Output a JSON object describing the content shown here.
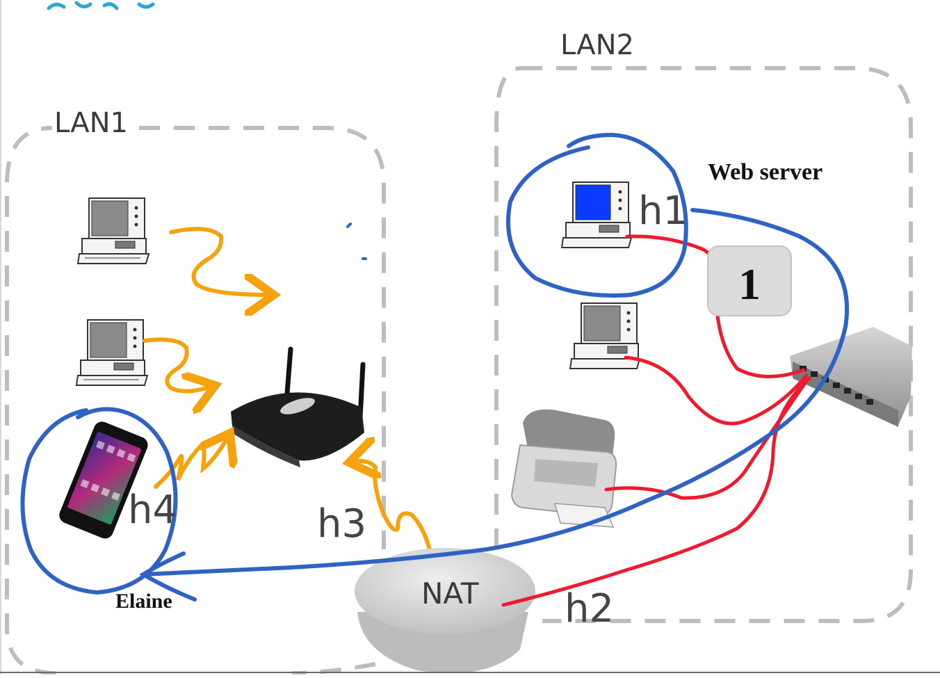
{
  "labels": {
    "lan1": "LAN1",
    "lan2": "LAN2",
    "web_server": "Web server",
    "h1": "h1",
    "h2": "h2",
    "h3": "h3",
    "h4": "h4",
    "nat": "NAT",
    "elaine": "Elaine",
    "badge": "1"
  },
  "colors": {
    "dashed_border": "#bdbdbd",
    "blue_ink": "#2e63c4",
    "red_ink": "#ee1b2e",
    "orange_ink": "#f5a20f",
    "monitor_blue": "#0a3cff",
    "badge_bg": "#dcdcdc"
  },
  "icons": [
    "desktop-computer-icon",
    "wireless-router-icon",
    "smartphone-icon",
    "network-switch-icon",
    "printer-icon",
    "nat-device-icon"
  ]
}
